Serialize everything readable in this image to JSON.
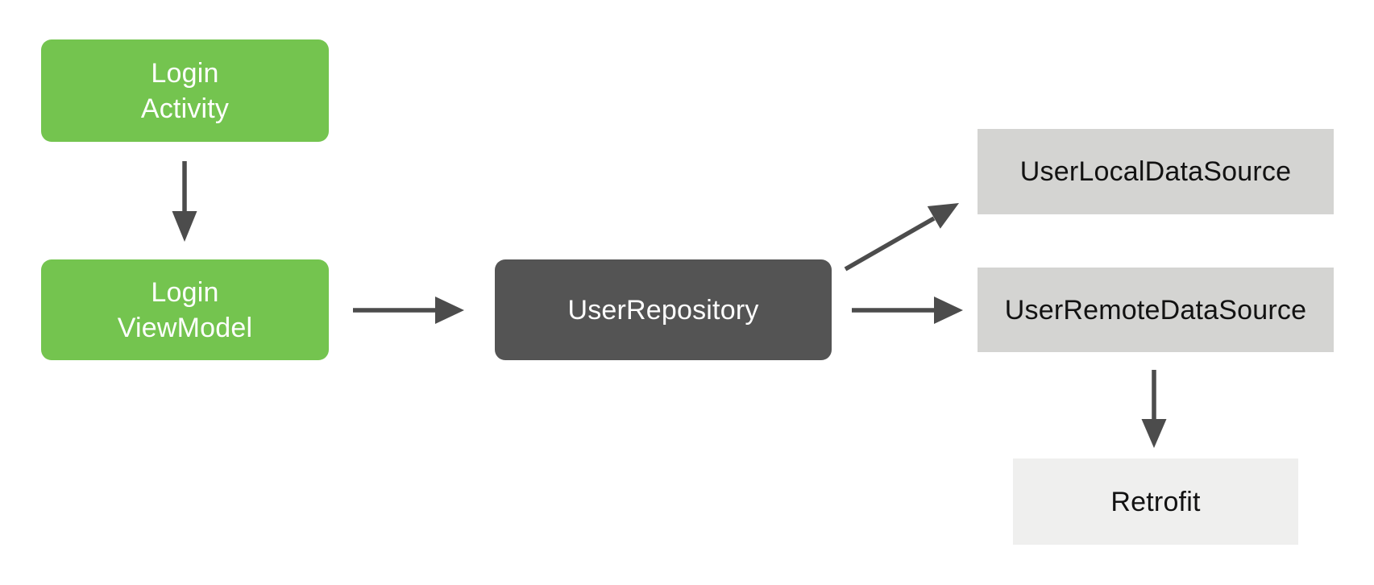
{
  "diagram": {
    "colors": {
      "background": "#FFFFFF",
      "green": "#74C44F",
      "dark_gray": "#545454",
      "light_gray": "#D4D4D2",
      "lighter_gray": "#EFEFEE",
      "arrow": "#4C4C4C",
      "text_light": "#FFFFFF",
      "text_dark": "#121212"
    },
    "nodes": [
      {
        "id": "login-activity",
        "lines": [
          "Login",
          "Activity"
        ]
      },
      {
        "id": "login-viewmodel",
        "lines": [
          "Login",
          "ViewModel"
        ]
      },
      {
        "id": "user-repository",
        "lines": [
          "UserRepository"
        ]
      },
      {
        "id": "user-local-data-source",
        "lines": [
          "UserLocalDataSource"
        ]
      },
      {
        "id": "user-remote-data-source",
        "lines": [
          "UserRemoteDataSource"
        ]
      },
      {
        "id": "retrofit",
        "lines": [
          "Retrofit"
        ]
      }
    ],
    "edges": [
      {
        "from": "login-activity",
        "to": "login-viewmodel"
      },
      {
        "from": "login-viewmodel",
        "to": "user-repository"
      },
      {
        "from": "user-repository",
        "to": "user-local-data-source"
      },
      {
        "from": "user-repository",
        "to": "user-remote-data-source"
      },
      {
        "from": "user-remote-data-source",
        "to": "retrofit"
      }
    ]
  }
}
